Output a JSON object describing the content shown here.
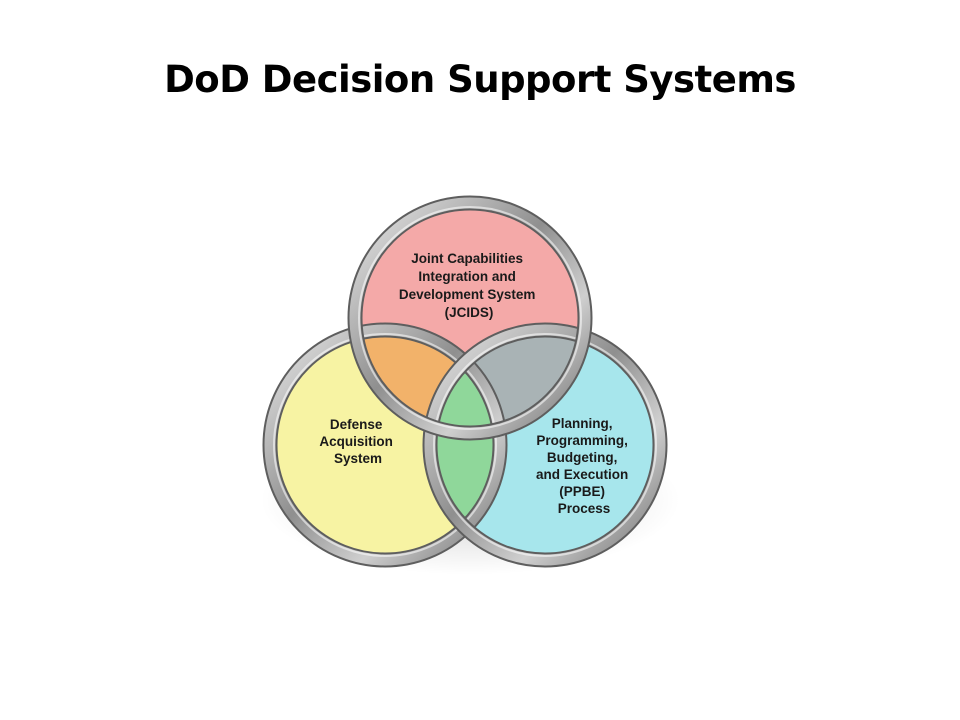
{
  "title": "DoD Decision Support Systems",
  "colors": {
    "jcids_fill": "#f4a9a8",
    "das_fill": "#f7f3a3",
    "ppbe_fill": "#a7e6ec",
    "overlap_jcids_das": "#f2b26a",
    "overlap_jcids_ppbe": "#a9b3b5",
    "overlap_das_ppbe": "#8fd79a",
    "ring_metal": "#9a9a9a"
  },
  "circles": [
    {
      "id": "jcids",
      "lines": [
        "Joint Capabilities",
        "Integration and",
        "Development System",
        "(JCIDS)"
      ]
    },
    {
      "id": "das",
      "lines": [
        "Defense",
        "Acquisition",
        "System"
      ]
    },
    {
      "id": "ppbe",
      "lines": [
        "Planning,",
        "Programming,",
        "Budgeting,",
        "and Execution",
        "(PPBE)",
        "Process"
      ]
    }
  ]
}
